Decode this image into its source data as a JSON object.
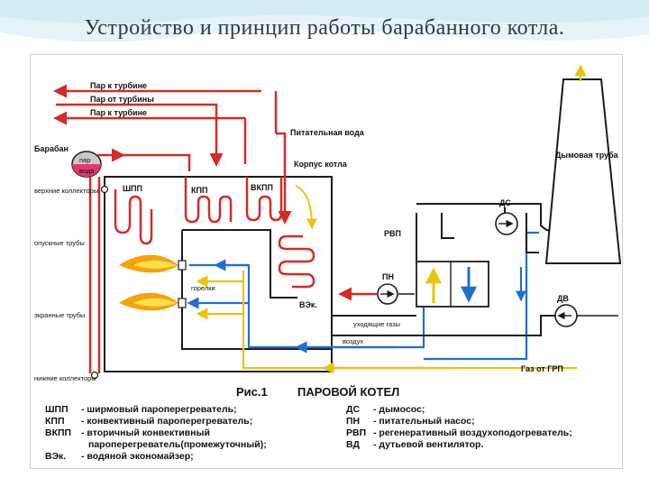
{
  "title": "Устройство и принцип работы барабанного котла.",
  "labels": {
    "steam_out_1": "Пар к турбине",
    "steam_back": "Пар от турбины",
    "steam_out_2": "Пар к турбине",
    "feed_water": "Питательная вода",
    "drum": "Барабан",
    "drum_steam": "пар",
    "drum_water": "вода",
    "upper_collectors": "верхние коллекторы",
    "downcomers": "опускные трубы",
    "screen_tubes": "экранные трубы",
    "lower_collectors": "нижние коллекторы",
    "shpp": "ШПП",
    "kpp": "КПП",
    "vkpp": "ВКПП",
    "boiler_casing": "Корпус котла",
    "chimney": "Дымовая труба",
    "ds": "ДС",
    "rvp": "РВП",
    "pn": "ПН",
    "vek": "ВЭк.",
    "burners": "горелки",
    "flue_gases": "уходящие газы",
    "air": "воздух",
    "gas": "Газ от ГРП",
    "dv": "ДВ"
  },
  "caption": {
    "fig": "Рис.1",
    "name": "ПАРОВОЙ КОТЕЛ"
  },
  "legend_left": [
    {
      "abbr": "ШПП",
      "text": "- ширмовый пароперегреватель;"
    },
    {
      "abbr": "КПП",
      "text": "- конвективный пароперегреватель;"
    },
    {
      "abbr": "ВКПП",
      "text": "- вторичный конвективный"
    },
    {
      "abbr": "",
      "text": "пароперегреватель(промежуточный);"
    },
    {
      "abbr": "ВЭк.",
      "text": "- водяной экономайзер;"
    }
  ],
  "legend_right": [
    {
      "abbr": "ДС",
      "text": "- дымосос;"
    },
    {
      "abbr": "ПН",
      "text": "- питательный насос;"
    },
    {
      "abbr": "РВП",
      "text": "- регенеративный воздухоподогреватель;"
    },
    {
      "abbr": "ВД",
      "text": "- дутьевой вентилятор."
    }
  ],
  "colors": {
    "steam": "#d42a2a",
    "air": "#1f6fd1",
    "gas": "#f2d21e",
    "flue": "#1b1b1b",
    "flame": "#f6a20a"
  }
}
